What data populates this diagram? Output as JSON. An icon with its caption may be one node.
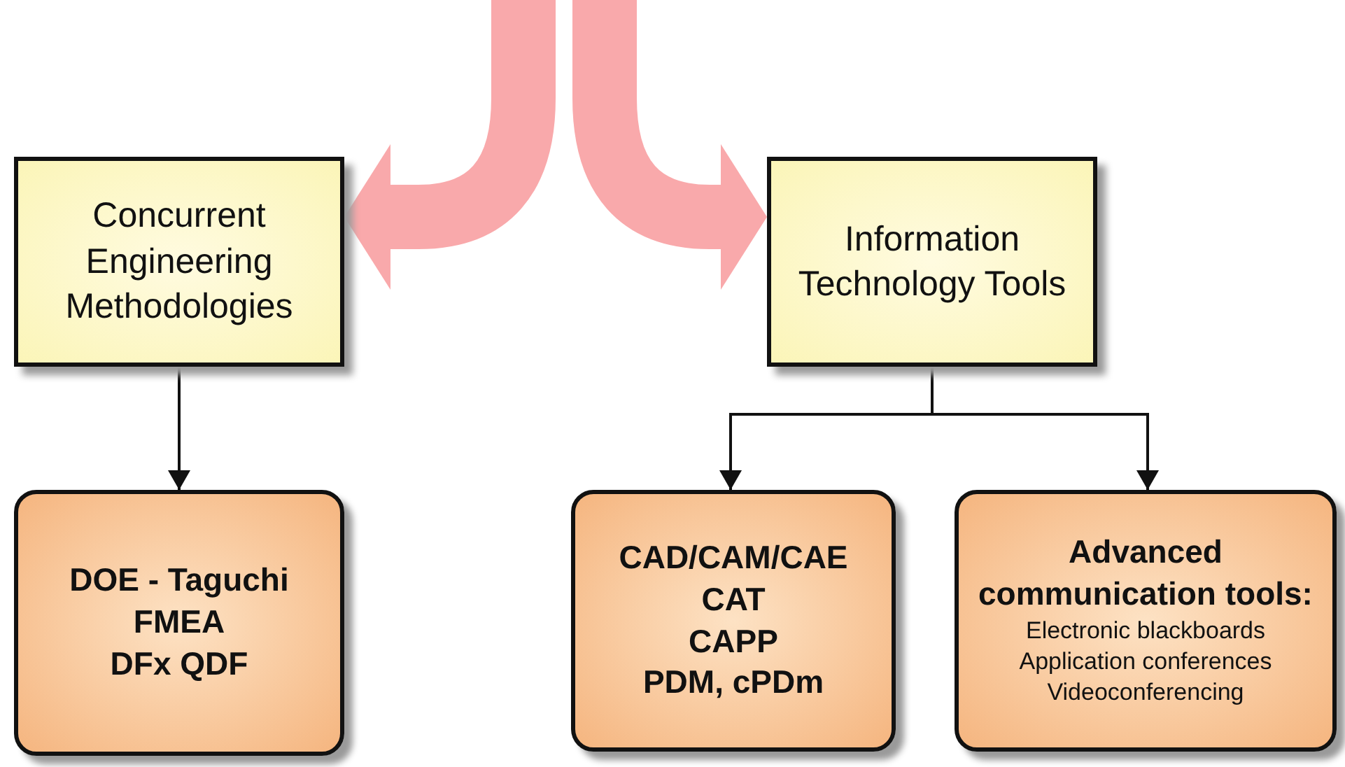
{
  "diagram": {
    "nodes": [
      {
        "text": [
          "Concurrent Engineering Methodologies"
        ]
      },
      {
        "text": [
          "Information Technology Tools"
        ]
      },
      {
        "text": [
          "DOE - Taguchi",
          "FMEA",
          "DFx QDF"
        ]
      },
      {
        "text": [
          "CAD/CAM/CAE",
          "CAT",
          "CAPP",
          "PDM, cPDm"
        ]
      },
      {
        "text": [
          "Advanced communication tools:",
          "Electronic blackboards",
          "Application conferences",
          "Videoconferencing"
        ]
      }
    ],
    "edges": [
      {
        "from": null,
        "to": 0,
        "arrow": "to",
        "style": "thick",
        "color": "#f9a9ab"
      },
      {
        "from": null,
        "to": 1,
        "arrow": "to",
        "style": "thick",
        "color": "#f9a9ab"
      },
      {
        "from": 0,
        "to": 2,
        "arrow": "to"
      },
      {
        "from": 1,
        "to": 3,
        "arrow": "to"
      },
      {
        "from": 1,
        "to": 4,
        "arrow": "to"
      }
    ]
  }
}
